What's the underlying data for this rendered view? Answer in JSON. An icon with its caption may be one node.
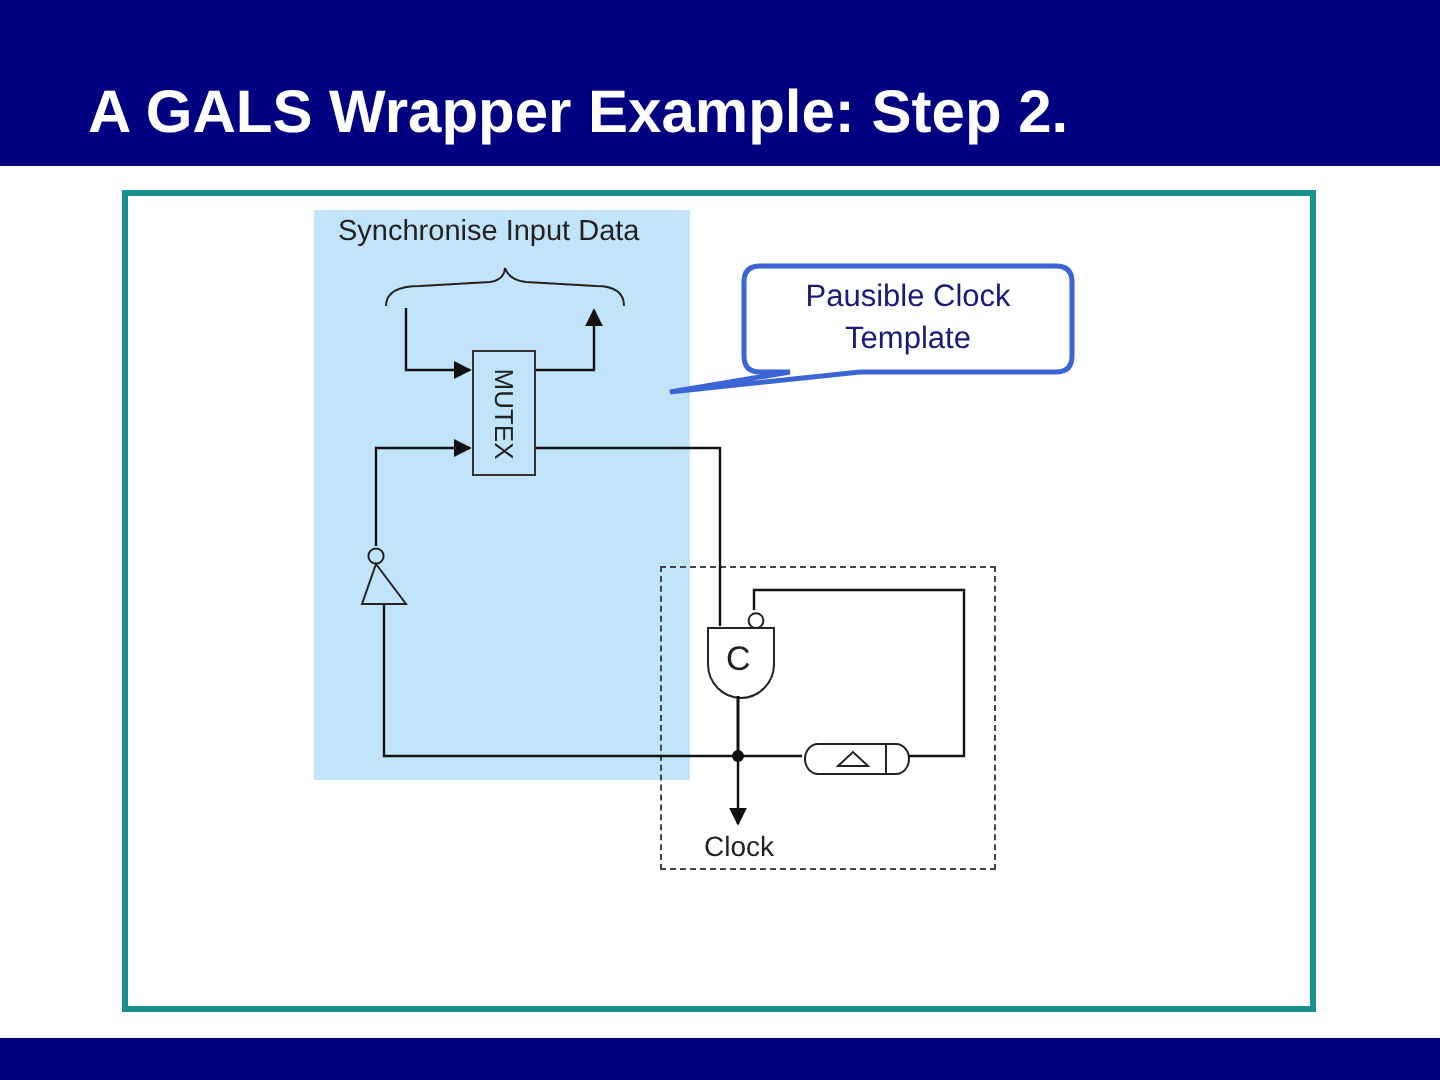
{
  "diagram": {
    "title": "A GALS Wrapper Example: Step 2.",
    "nodes": [
      {
        "text": [
          "Synchronise Input Data"
        ]
      },
      {
        "text": [],
        "shape": "bracket",
        "in": 0
      },
      {
        "text": [
          "MUTEX"
        ],
        "in": 0
      },
      {
        "text": [],
        "shape": "triangle",
        "in": 0
      },
      {
        "text": [
          "Pausible Clock Template"
        ]
      },
      {
        "text": [],
        "shape": "box"
      },
      {
        "text": [
          "C"
        ],
        "in": 5
      },
      {
        "text": [],
        "shape": "capsule",
        "in": 5
      },
      {
        "text": [
          "Clock"
        ],
        "in": 5
      }
    ],
    "edges": [
      {
        "from": 1,
        "to": 2,
        "arrow": "to"
      },
      {
        "from": 2,
        "to": 1,
        "arrow": "to"
      },
      {
        "from": 3,
        "to": 2,
        "arrow": "to"
      },
      {
        "from": 2,
        "to": 6,
        "arrow": "none"
      },
      {
        "from": 7,
        "to": 6,
        "arrow": "none"
      },
      {
        "from": 6,
        "to": 7,
        "arrow": "none"
      },
      {
        "from": 6,
        "to": 3,
        "arrow": "none"
      },
      {
        "from": 6,
        "to": 8,
        "arrow": "to"
      }
    ]
  }
}
